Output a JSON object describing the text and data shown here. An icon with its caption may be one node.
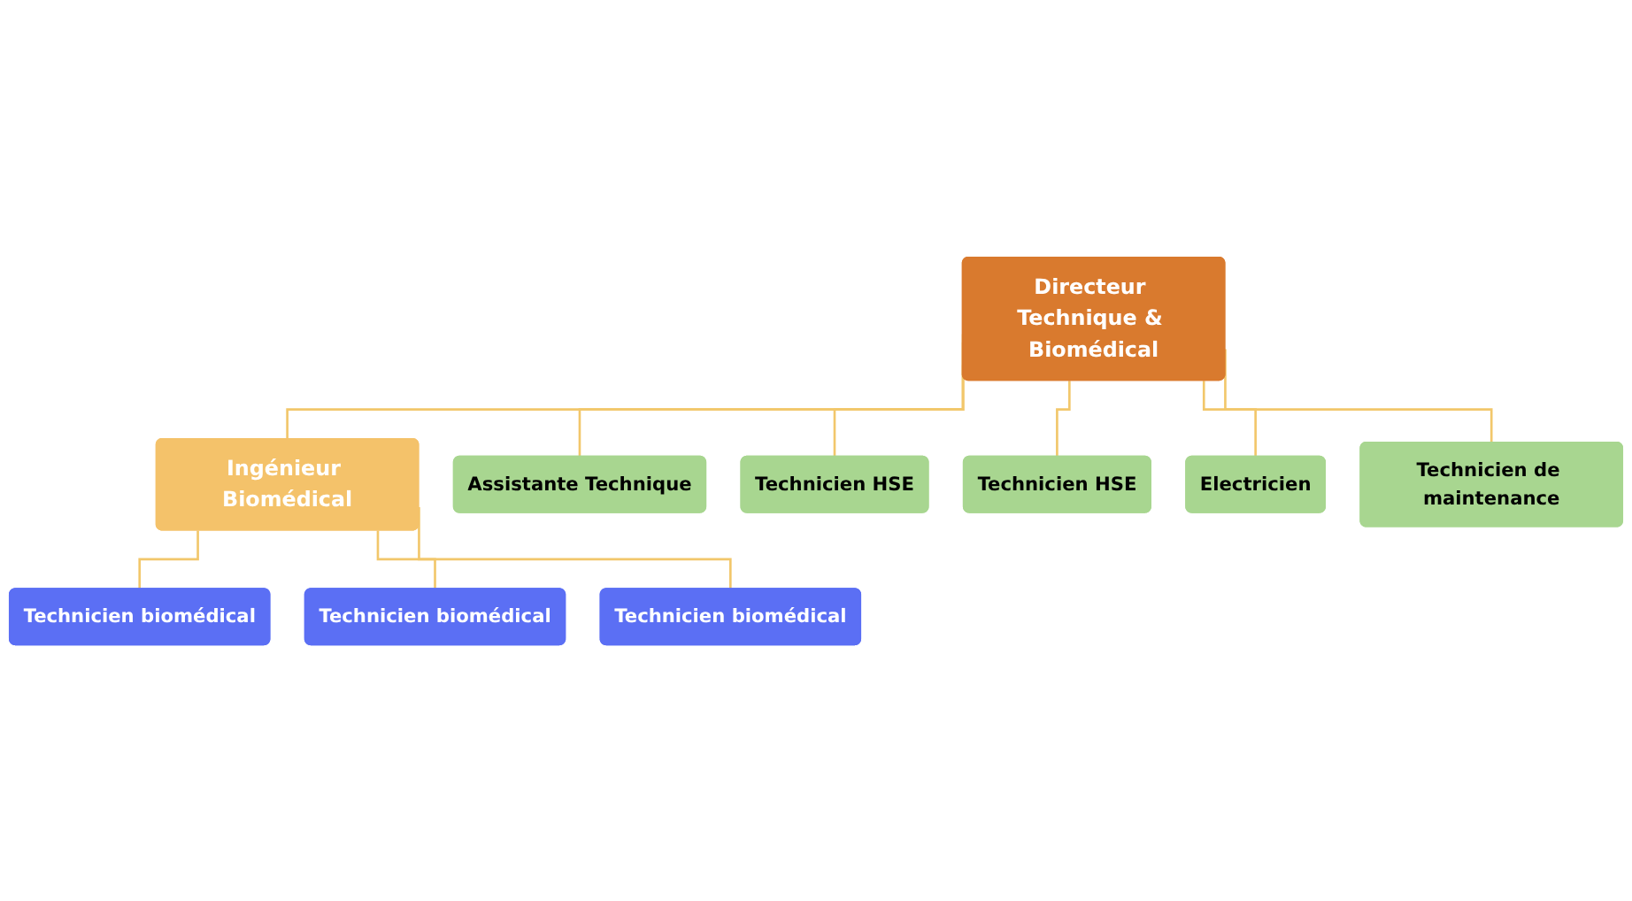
{
  "diagram": {
    "nodes": [
      {
        "text": [
          "Directeur Technique & Biomédical"
        ]
      },
      {
        "text": [
          "Ingénieur Biomédical"
        ]
      },
      {
        "text": [
          "Technicien biomédical"
        ]
      },
      {
        "text": [
          "Technicien biomédical"
        ]
      },
      {
        "text": [
          "Technicien biomédical"
        ]
      },
      {
        "text": [
          "Assistante Technique"
        ]
      },
      {
        "text": [
          "Technicien HSE"
        ]
      },
      {
        "text": [
          "Technicien HSE"
        ]
      },
      {
        "text": [
          "Electricien"
        ]
      },
      {
        "text": [
          "Technicien de maintenance"
        ]
      }
    ],
    "edges": [
      {
        "from": 0,
        "to": 1,
        "arrow": "none"
      },
      {
        "from": 1,
        "to": 2,
        "arrow": "none"
      },
      {
        "from": 1,
        "to": 3,
        "arrow": "none"
      },
      {
        "from": 1,
        "to": 4,
        "arrow": "none"
      },
      {
        "from": 0,
        "to": 5,
        "arrow": "none"
      },
      {
        "from": 0,
        "to": 6,
        "arrow": "none"
      },
      {
        "from": 0,
        "to": 7,
        "arrow": "none"
      },
      {
        "from": 0,
        "to": 8,
        "arrow": "none"
      },
      {
        "from": 0,
        "to": 9,
        "arrow": "none"
      }
    ]
  }
}
